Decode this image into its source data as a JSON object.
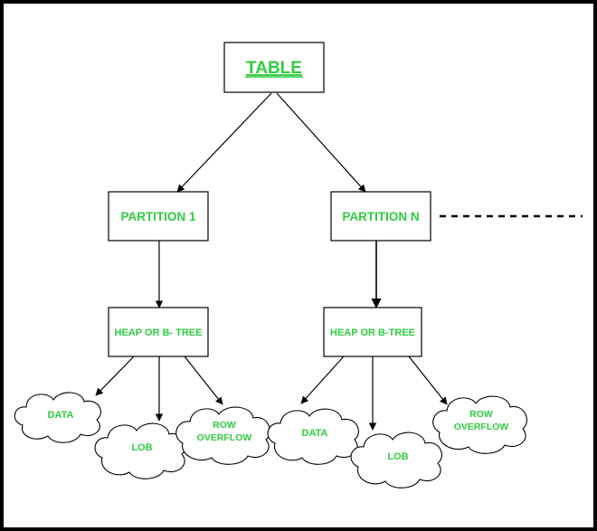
{
  "diagram": {
    "root": {
      "label": "TABLE"
    },
    "partitions": [
      {
        "label": "PARTITION 1",
        "structure": "HEAP OR B- TREE",
        "units": [
          {
            "label": "DATA"
          },
          {
            "label": "LOB"
          },
          {
            "label": "ROW OVERFLOW",
            "lines": [
              "ROW",
              "OVERFLOW"
            ]
          }
        ]
      },
      {
        "label": "PARTITION N",
        "structure": "HEAP OR B-TREE",
        "units": [
          {
            "label": "DATA"
          },
          {
            "label": "LOB"
          },
          {
            "label": "ROW OVERFLOW",
            "lines": [
              "ROW",
              "OVERFLOW"
            ]
          }
        ]
      }
    ],
    "colors": {
      "border": "#000000",
      "label": "#2ecc40",
      "background": "#ffffff"
    }
  }
}
